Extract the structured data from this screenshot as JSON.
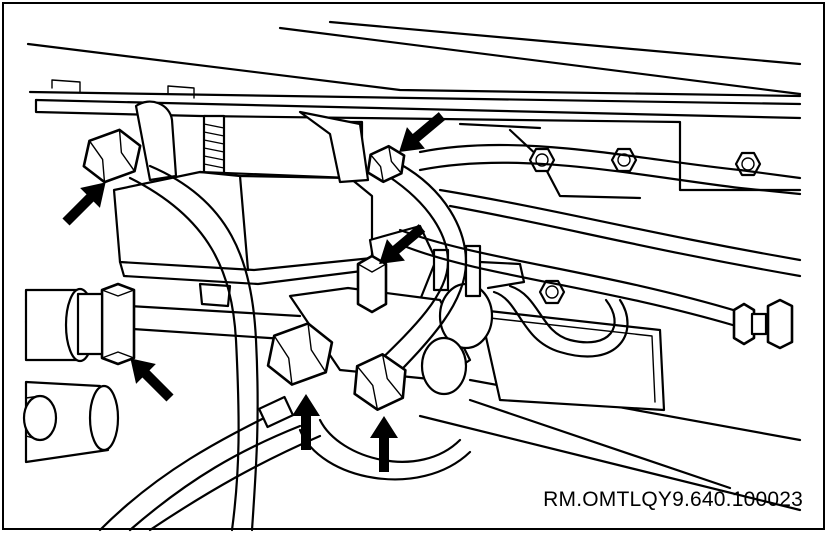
{
  "figure": {
    "reference_code": "RM.OMTLQY9.640.100023",
    "colors": {
      "line": "#000000",
      "background": "#ffffff"
    },
    "callout_arrows": [
      {
        "name": "arrow-left-upper-fitting",
        "icon": "arrow-icon"
      },
      {
        "name": "arrow-top-fitting",
        "icon": "arrow-icon"
      },
      {
        "name": "arrow-mid-fitting",
        "icon": "arrow-icon"
      },
      {
        "name": "arrow-left-lower-fitting",
        "icon": "arrow-icon"
      },
      {
        "name": "arrow-bottom-left-fitting",
        "icon": "arrow-icon"
      },
      {
        "name": "arrow-bottom-right-fitting",
        "icon": "arrow-icon"
      }
    ]
  }
}
